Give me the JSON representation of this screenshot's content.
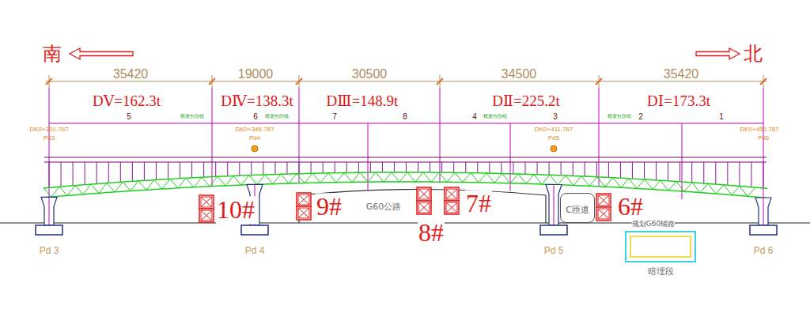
{
  "diagram": {
    "nodes": [
      {
        "text": [
          "C匝道"
        ]
      },
      {
        "text": [
          "暗埋段"
        ]
      }
    ],
    "labels": [
      "南",
      "北",
      "35420",
      "19000",
      "30500",
      "34500",
      "35420",
      "DⅤ=162.3t",
      "DⅣ=138.3t",
      "DⅢ=148.9t",
      "DⅡ=225.2t",
      "DⅠ=173.3t",
      "5",
      "6",
      "7",
      "8",
      "4",
      "3",
      "2",
      "1",
      "横梁分段线",
      "横梁分段线",
      "横梁分段线",
      "横梁分段线",
      "DK0+301.767",
      "Pd3",
      "DK0+346.767",
      "Pd4",
      "DK0+411.767",
      "Pd5",
      "DK0+456.767",
      "Pd6",
      "10#",
      "9#",
      "8#",
      "7#",
      "6#",
      "G60公路",
      "规划G60辅路",
      "Pd 3",
      "Pd 4",
      "Pd 5",
      "Pd 6"
    ]
  }
}
